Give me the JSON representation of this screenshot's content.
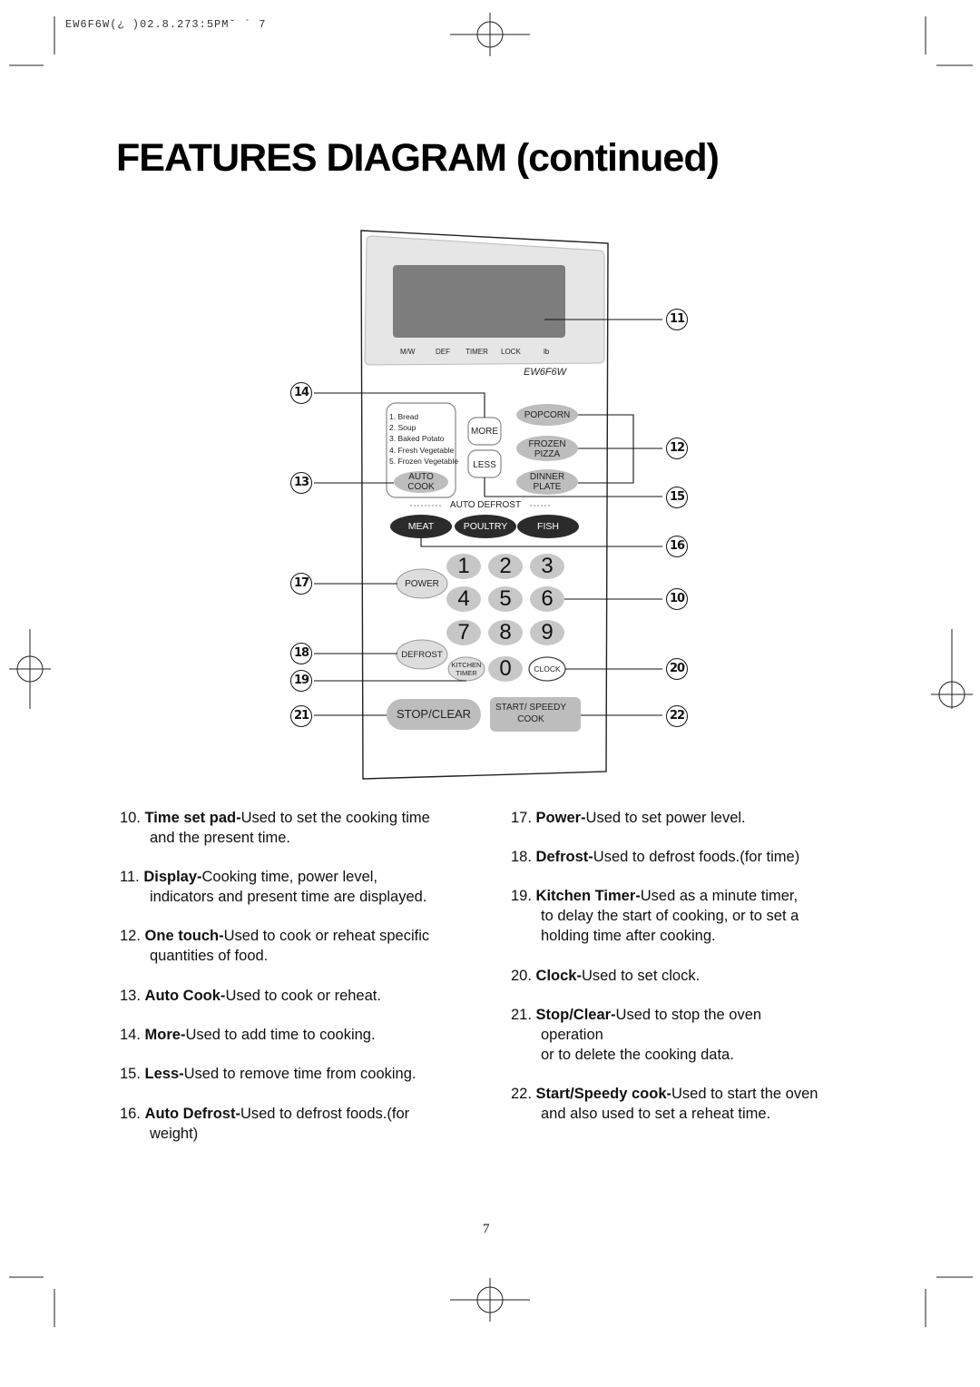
{
  "header_meta": "EW6F6W(¿ )02.8.273:5PM˘  ` 7",
  "page_title": "FEATURES DIAGRAM (continued)",
  "panel": {
    "indicators": [
      "M/W",
      "DEF",
      "TIMER",
      "LOCK",
      "lb"
    ],
    "model": "EW6F6W",
    "auto_cook_menu": [
      "1. Bread",
      "2. Soup",
      "3. Baked Potato",
      "4. Fresh Vegetable",
      "5. Frozen Vegetable"
    ],
    "auto_cook": "AUTO COOK",
    "more": "MORE",
    "less": "LESS",
    "popcorn": "POPCORN",
    "frozen_pizza": "FROZEN PIZZA",
    "dinner_plate": "DINNER PLATE",
    "auto_defrost": "AUTO DEFROST",
    "meat": "MEAT",
    "poultry": "POULTRY",
    "fish": "FISH",
    "power": "POWER",
    "defrost": "DEFROST",
    "kitchen_timer": "KITCHEN TIMER",
    "clock": "CLOCK",
    "stop_clear": "STOP/CLEAR",
    "start_speedy": "START/ SPEEDY COOK",
    "digits": [
      "1",
      "2",
      "3",
      "4",
      "5",
      "6",
      "7",
      "8",
      "9",
      "0"
    ]
  },
  "callouts": {
    "c10": "10",
    "c11": "11",
    "c12": "12",
    "c13": "13",
    "c14": "14",
    "c15": "15",
    "c16": "16",
    "c17": "17",
    "c18": "18",
    "c19": "19",
    "c20": "20",
    "c21": "21",
    "c22": "22"
  },
  "descriptions_left": [
    {
      "num": "10.",
      "term": "Time set pad-",
      "text": "Used to set the cooking time",
      "cont": "and the present time."
    },
    {
      "num": "11.",
      "term": "Display-",
      "text": "Cooking time, power level,",
      "cont": "indicators and present time are displayed."
    },
    {
      "num": "12.",
      "term": "One touch-",
      "text": "Used to cook or reheat specific",
      "cont": "quantities of food."
    },
    {
      "num": "13.",
      "term": "Auto Cook-",
      "text": "Used to cook or reheat.",
      "cont": ""
    },
    {
      "num": "14.",
      "term": "More-",
      "text": "Used to add time to cooking.",
      "cont": ""
    },
    {
      "num": "15.",
      "term": "Less-",
      "text": "Used to remove time from cooking.",
      "cont": ""
    },
    {
      "num": "16.",
      "term": "Auto Defrost-",
      "text": "Used to defrost foods.(for",
      "cont": "weight)"
    }
  ],
  "descriptions_right": [
    {
      "num": "17.",
      "term": "Power-",
      "text": "Used to set power level.",
      "cont": "",
      "cont2": ""
    },
    {
      "num": "18.",
      "term": "Defrost-",
      "text": "Used to defrost foods.(for time)",
      "cont": "",
      "cont2": ""
    },
    {
      "num": "19.",
      "term": "Kitchen Timer-",
      "text": "Used as a minute timer,",
      "cont": "to delay the start of cooking, or to set a",
      "cont2": "holding time after cooking."
    },
    {
      "num": "20.",
      "term": "Clock-",
      "text": "Used to set clock.",
      "cont": "",
      "cont2": ""
    },
    {
      "num": "21.",
      "term": "Stop/Clear-",
      "text": "Used to stop the oven",
      "cont": "operation",
      "cont2": "or to delete the cooking data."
    },
    {
      "num": "22.",
      "term": "Start/Speedy cook-",
      "text": "Used to start the oven",
      "cont": "and also used to set a reheat time.",
      "cont2": ""
    }
  ],
  "page_number": "7"
}
